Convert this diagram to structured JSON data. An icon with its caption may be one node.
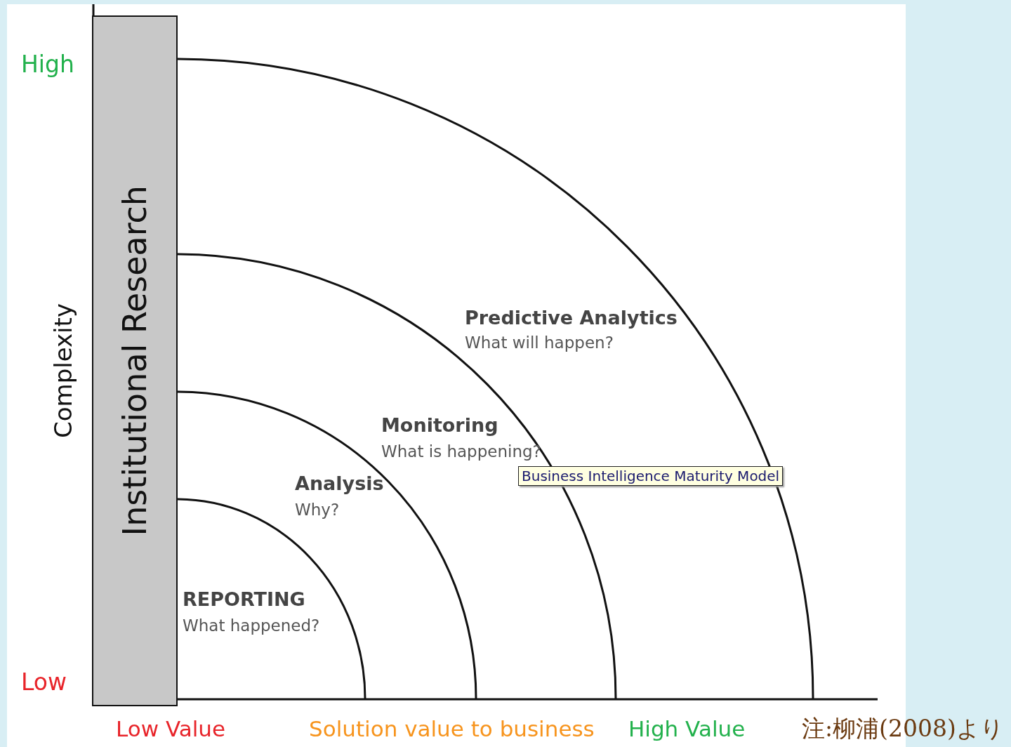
{
  "diagram": {
    "nodes": [
      {
        "text": [
          "Institutional Research"
        ]
      },
      {
        "text": [
          "REPORTING",
          "What happened?"
        ]
      },
      {
        "text": [
          "Analysis",
          "Why?"
        ]
      },
      {
        "text": [
          "Monitoring",
          "What is happening?"
        ]
      },
      {
        "text": [
          "Predictive Analytics",
          "What will happen?"
        ]
      }
    ],
    "edges": [],
    "labels": [
      "High",
      "Complexity",
      "Low",
      "Business Intelligence Maturity Model",
      "Low Value",
      "Solution value to business",
      "High Value",
      "注:柳浦(2008)より"
    ]
  }
}
